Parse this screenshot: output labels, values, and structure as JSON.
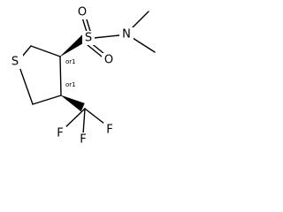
{
  "molecule": {
    "atoms": {
      "sulfur_ring": "S",
      "sulfur_sulfonyl": "S",
      "oxygen_1": "O",
      "oxygen_2": "O",
      "nitrogen": "N",
      "fluorine_1": "F",
      "fluorine_2": "F",
      "fluorine_3": "F"
    },
    "stereo_labels": {
      "c3": "or1",
      "c4": "or1"
    }
  }
}
